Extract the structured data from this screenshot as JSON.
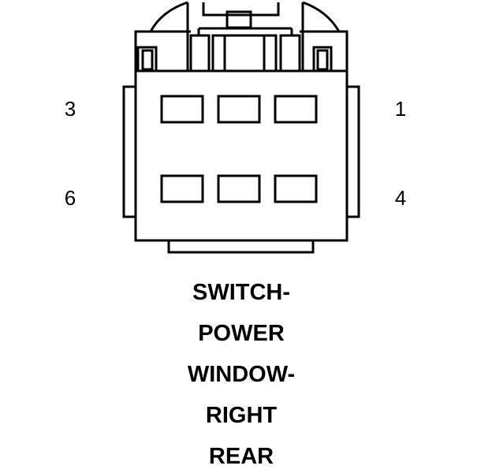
{
  "pin_labels": {
    "top_left": "3",
    "top_right": "1",
    "bottom_left": "6",
    "bottom_right": "4"
  },
  "caption": [
    "SWITCH-",
    "POWER",
    "WINDOW-",
    "RIGHT",
    "REAR"
  ],
  "colors": {
    "line": "#000000",
    "background": "#ffffff"
  }
}
